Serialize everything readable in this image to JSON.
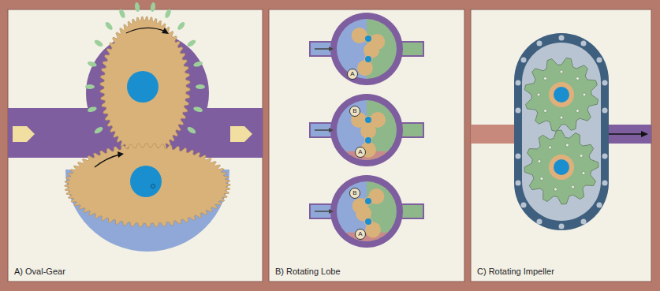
{
  "diagram": {
    "nodes": [
      {
        "text": [
          "A) Oval-Gear"
        ]
      },
      {
        "text": [
          "B) Rotating Lobe"
        ]
      },
      {
        "text": [
          "C) Rotating Impeller"
        ]
      },
      {
        "text": [
          "A"
        ],
        "in": 1
      },
      {
        "text": [
          "B"
        ],
        "in": 1
      },
      {
        "text": [
          "A"
        ],
        "in": 1
      },
      {
        "text": [
          "B"
        ],
        "in": 1
      },
      {
        "text": [
          "A"
        ],
        "in": 1
      }
    ]
  }
}
